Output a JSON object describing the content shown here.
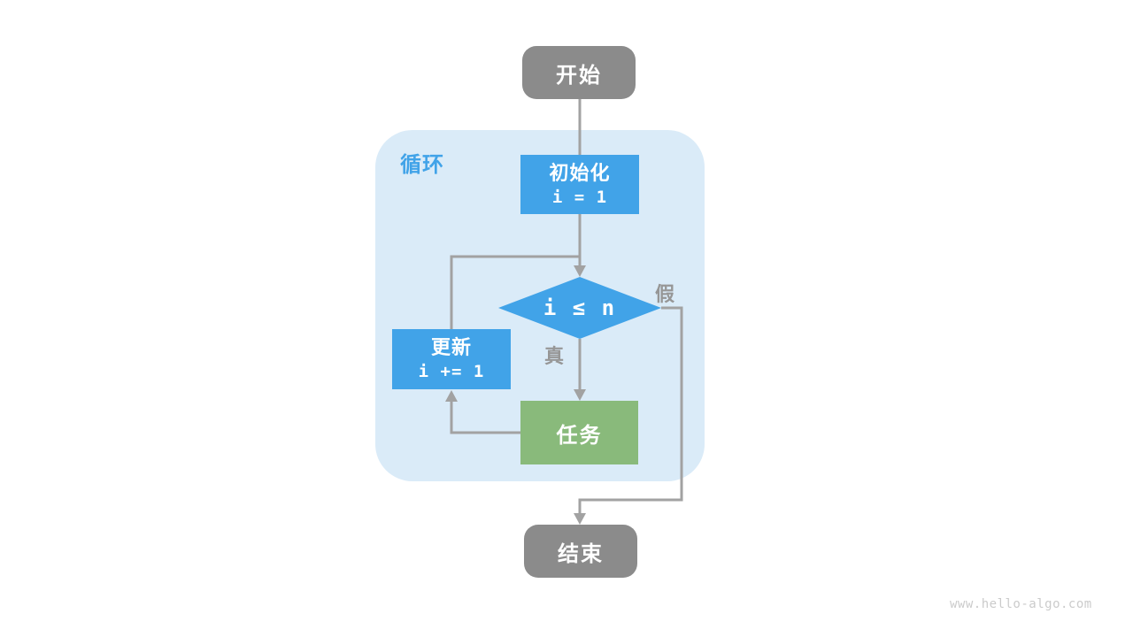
{
  "page": {
    "watermark": "www.hello-algo.com"
  },
  "colors": {
    "terminal_gray": "#8B8B8B",
    "process_blue": "#41A3E8",
    "task_green": "#89BA7B",
    "loop_background": "#DAEBF8",
    "loop_label_blue": "#41A3E8",
    "connector_gray": "#A2A2A2",
    "branch_label_gray": "#969696",
    "watermark_gray": "#CBCBCB",
    "node_text_white": "#FFFFFF"
  },
  "flowchart": {
    "start": {
      "label": "开始"
    },
    "loop": {
      "label": "循环"
    },
    "init": {
      "title": "初始化",
      "code": "i = 1"
    },
    "condition": {
      "expr": "i ≤ n"
    },
    "update": {
      "title": "更新",
      "code": "i += 1"
    },
    "task": {
      "label": "任务"
    },
    "end": {
      "label": "结束"
    },
    "branches": {
      "true_label": "真",
      "false_label": "假"
    }
  }
}
